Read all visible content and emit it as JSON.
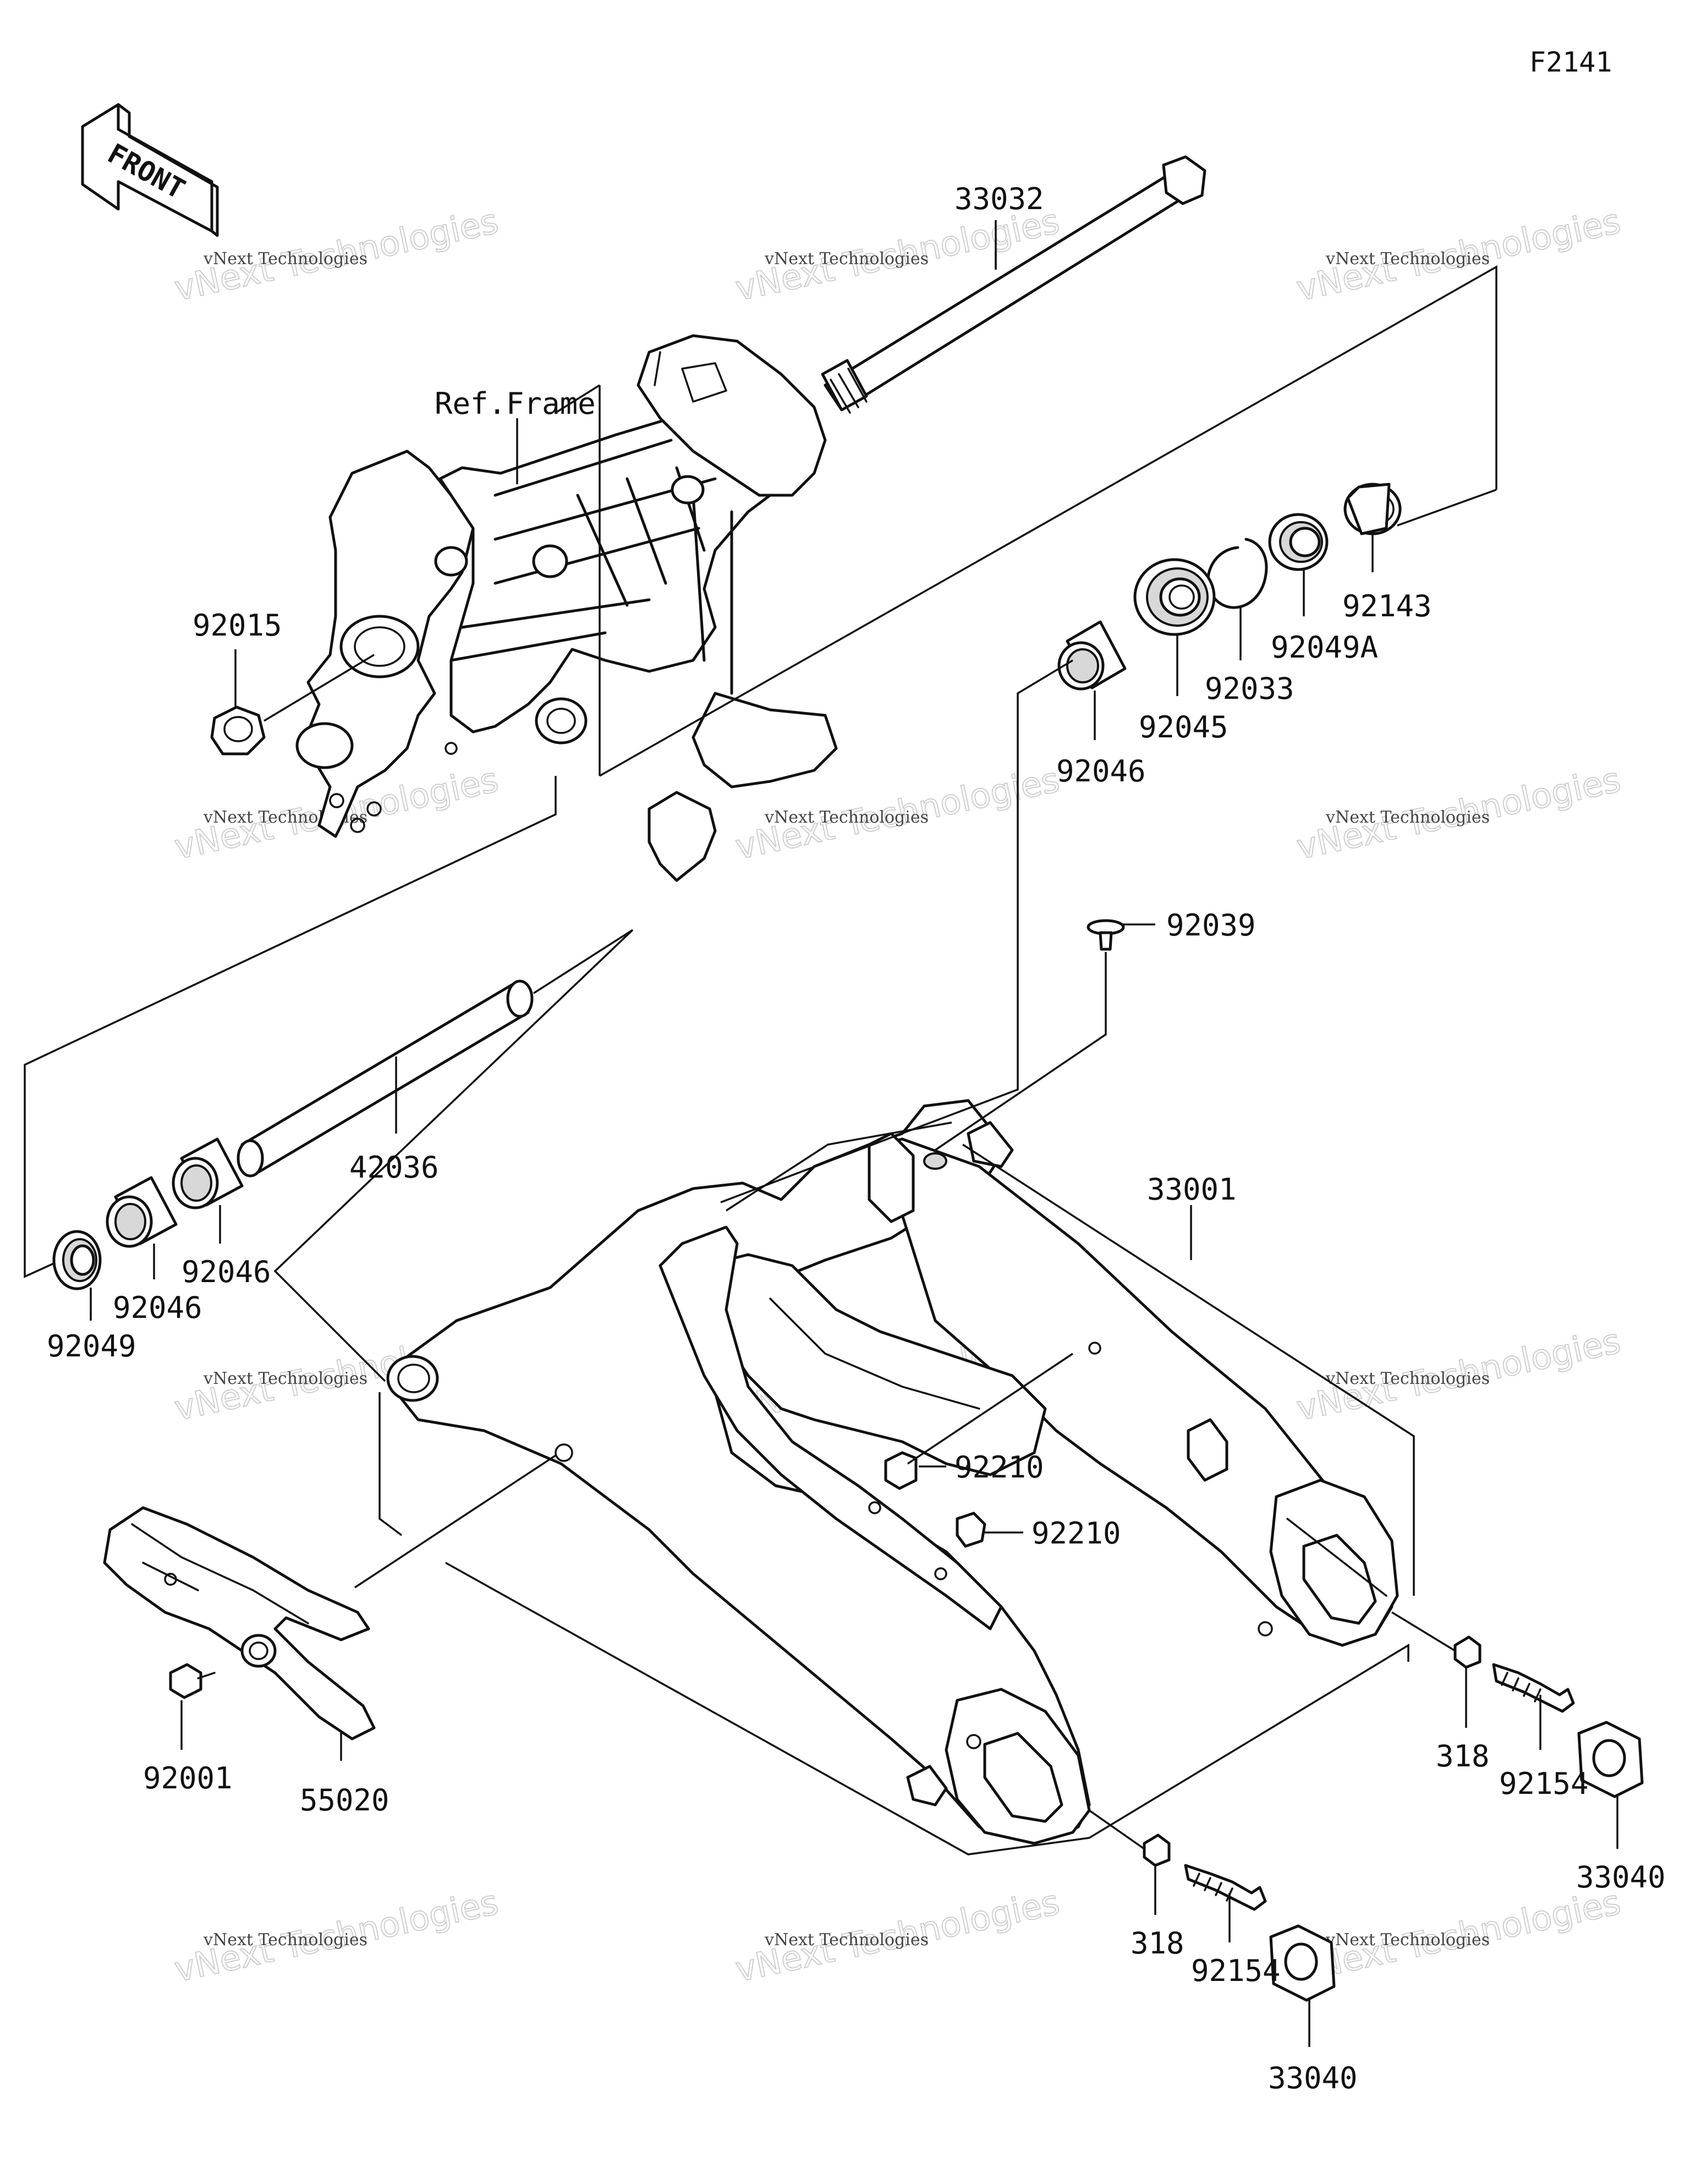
{
  "figure_id": "F2141",
  "front_arrow": {
    "text": "FRONT",
    "icon": "front-arrow-icon"
  },
  "ref_label": "Ref.Frame",
  "parts": {
    "axle": "33032",
    "frame_nut": "92015",
    "collar_right": "92143",
    "seal_right": "92049A",
    "circlip": "92033",
    "ball_bearing": "92045",
    "needle_bearing_upper": "92046",
    "spacer_pipe": "42036",
    "needle_bearing_left_a": "92046",
    "needle_bearing_left_b": "92046",
    "seal_left": "92049",
    "bolt_cap": "92039",
    "swingarm": "33001",
    "grease_nipple_a": "92210",
    "grease_nipple_b": "92210",
    "chain_guard": "55020",
    "guard_bolt": "92001",
    "nut_right": "318",
    "bolt_right": "92154",
    "block_right": "33040",
    "nut_left": "318",
    "bolt_left": "92154",
    "block_left": "33040"
  },
  "watermark": {
    "line1": "vNext Technologies",
    "line2": "vNext Technologies"
  }
}
